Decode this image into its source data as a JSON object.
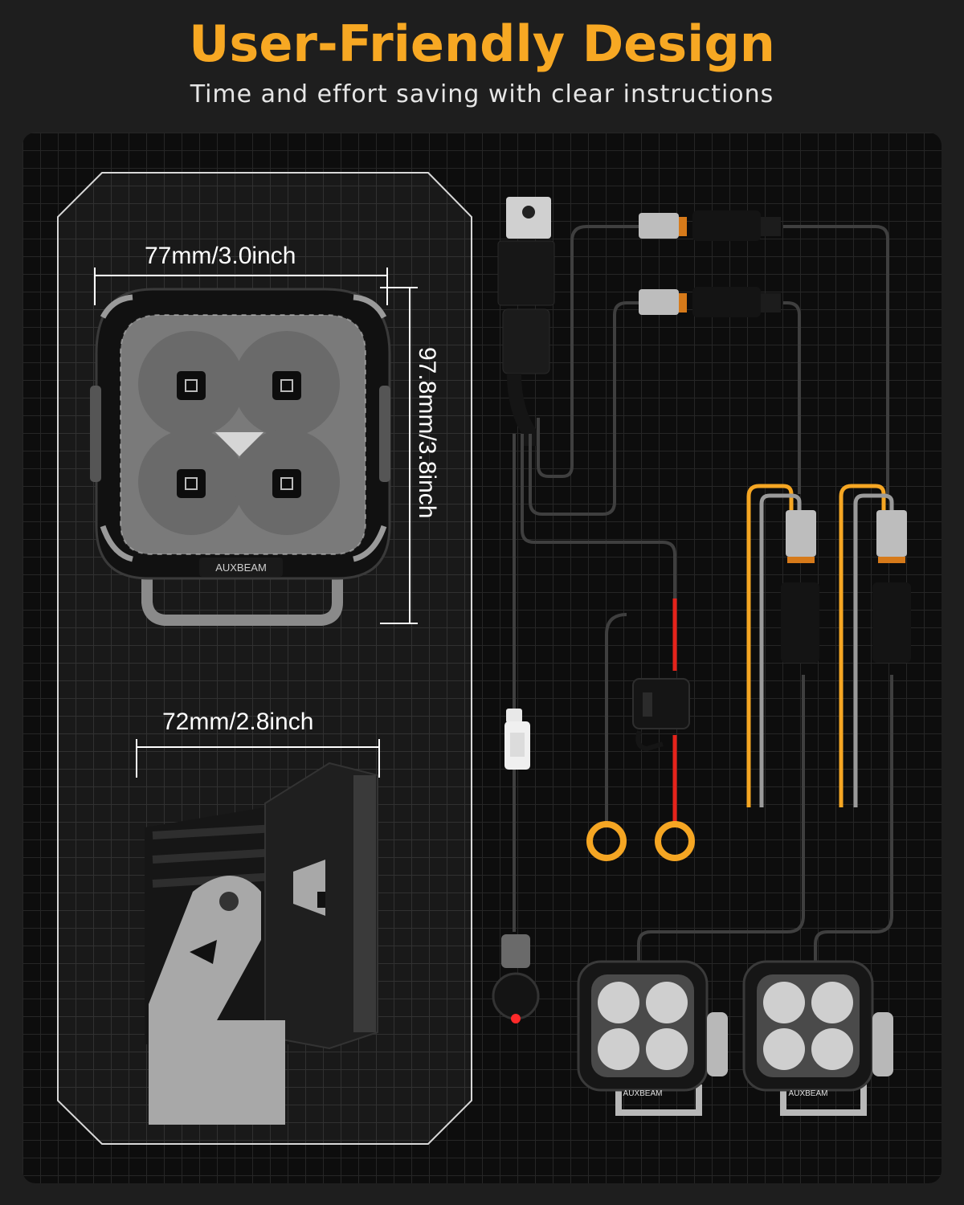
{
  "header": {
    "title": "User-Friendly Design",
    "subtitle": "Time and effort saving with clear instructions"
  },
  "dimensions": {
    "front_width": "77mm/3.0inch",
    "front_height": "97.8mm/3.8inch",
    "side_width": "72mm/2.8inch"
  },
  "brand": {
    "logo_text": "AUXBEAM"
  },
  "colors": {
    "accent": "#f7a823",
    "wire_positive": "#e5231b",
    "wire_ground": "#f5a623",
    "switch_led": "#ff2a2a"
  }
}
